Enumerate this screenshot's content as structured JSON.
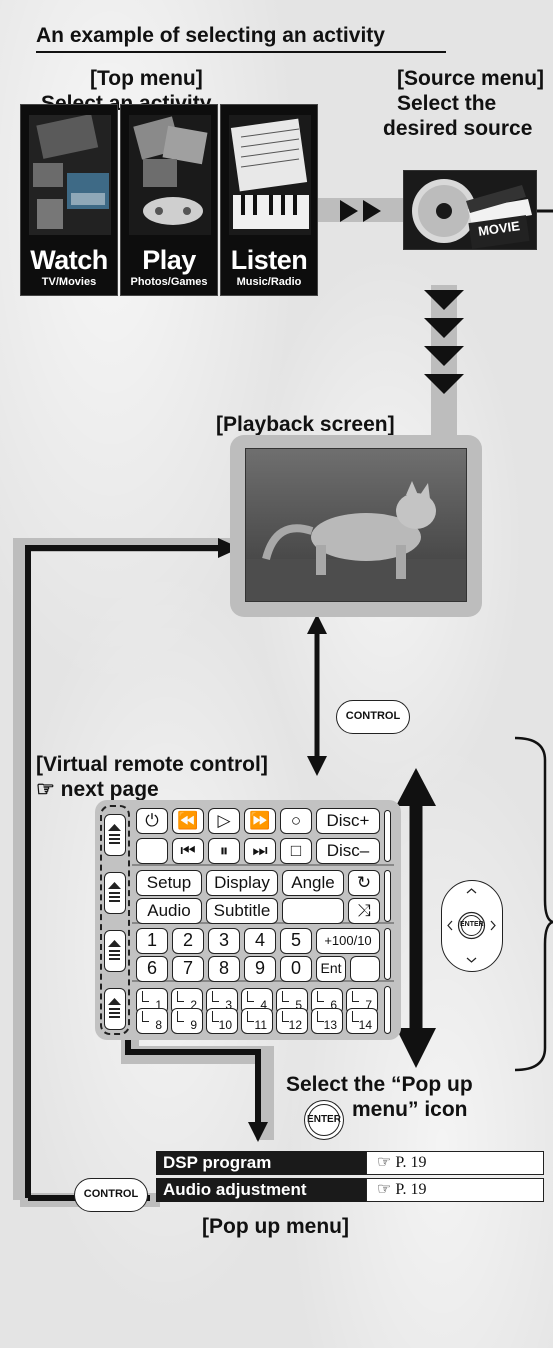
{
  "heading": "An example of selecting an activity",
  "top_menu": {
    "title": "[Top menu]",
    "subtitle": "Select an activity",
    "tiles": [
      {
        "big": "Watch",
        "small": "TV/Movies"
      },
      {
        "big": "Play",
        "small": "Photos/Games"
      },
      {
        "big": "Listen",
        "small": "Music/Radio"
      }
    ]
  },
  "source_menu": {
    "title": "[Source menu]",
    "line1": "Select the",
    "line2": "desired source",
    "clapper_text": "MOVIE"
  },
  "playback": {
    "title": "[Playback screen]"
  },
  "control_badge": "CONTROL",
  "virtual_remote": {
    "title": "[Virtual remote control]",
    "link_icon": "☞",
    "link_text": "next page",
    "row1": [
      "⏻",
      "⏪",
      "▷",
      "⏩",
      "○",
      "Disc+"
    ],
    "row2": [
      "",
      "⏮",
      "⏸",
      "⏭",
      "□",
      "Disc–"
    ],
    "row3": [
      "Setup",
      "Display",
      "Angle"
    ],
    "row4": [
      "Audio",
      "Subtitle",
      ""
    ],
    "row5": [
      "1",
      "2",
      "3",
      "4",
      "5",
      "+100/10"
    ],
    "row6": [
      "6",
      "7",
      "8",
      "9",
      "0",
      "Ent",
      ""
    ],
    "row7": [
      "1",
      "2",
      "3",
      "4",
      "5",
      "6",
      "7"
    ],
    "row8": [
      "8",
      "9",
      "10",
      "11",
      "12",
      "13",
      "14"
    ]
  },
  "enter_label": "ENTER",
  "select_popup_line1": "Select the “Pop up",
  "select_popup_line2": "menu” icon",
  "popup_menu": {
    "title": "[Pop up menu]",
    "items": [
      {
        "label": "DSP program",
        "ref": "☞ P. 19"
      },
      {
        "label": "Audio adjustment",
        "ref": "☞ P. 19"
      }
    ]
  }
}
